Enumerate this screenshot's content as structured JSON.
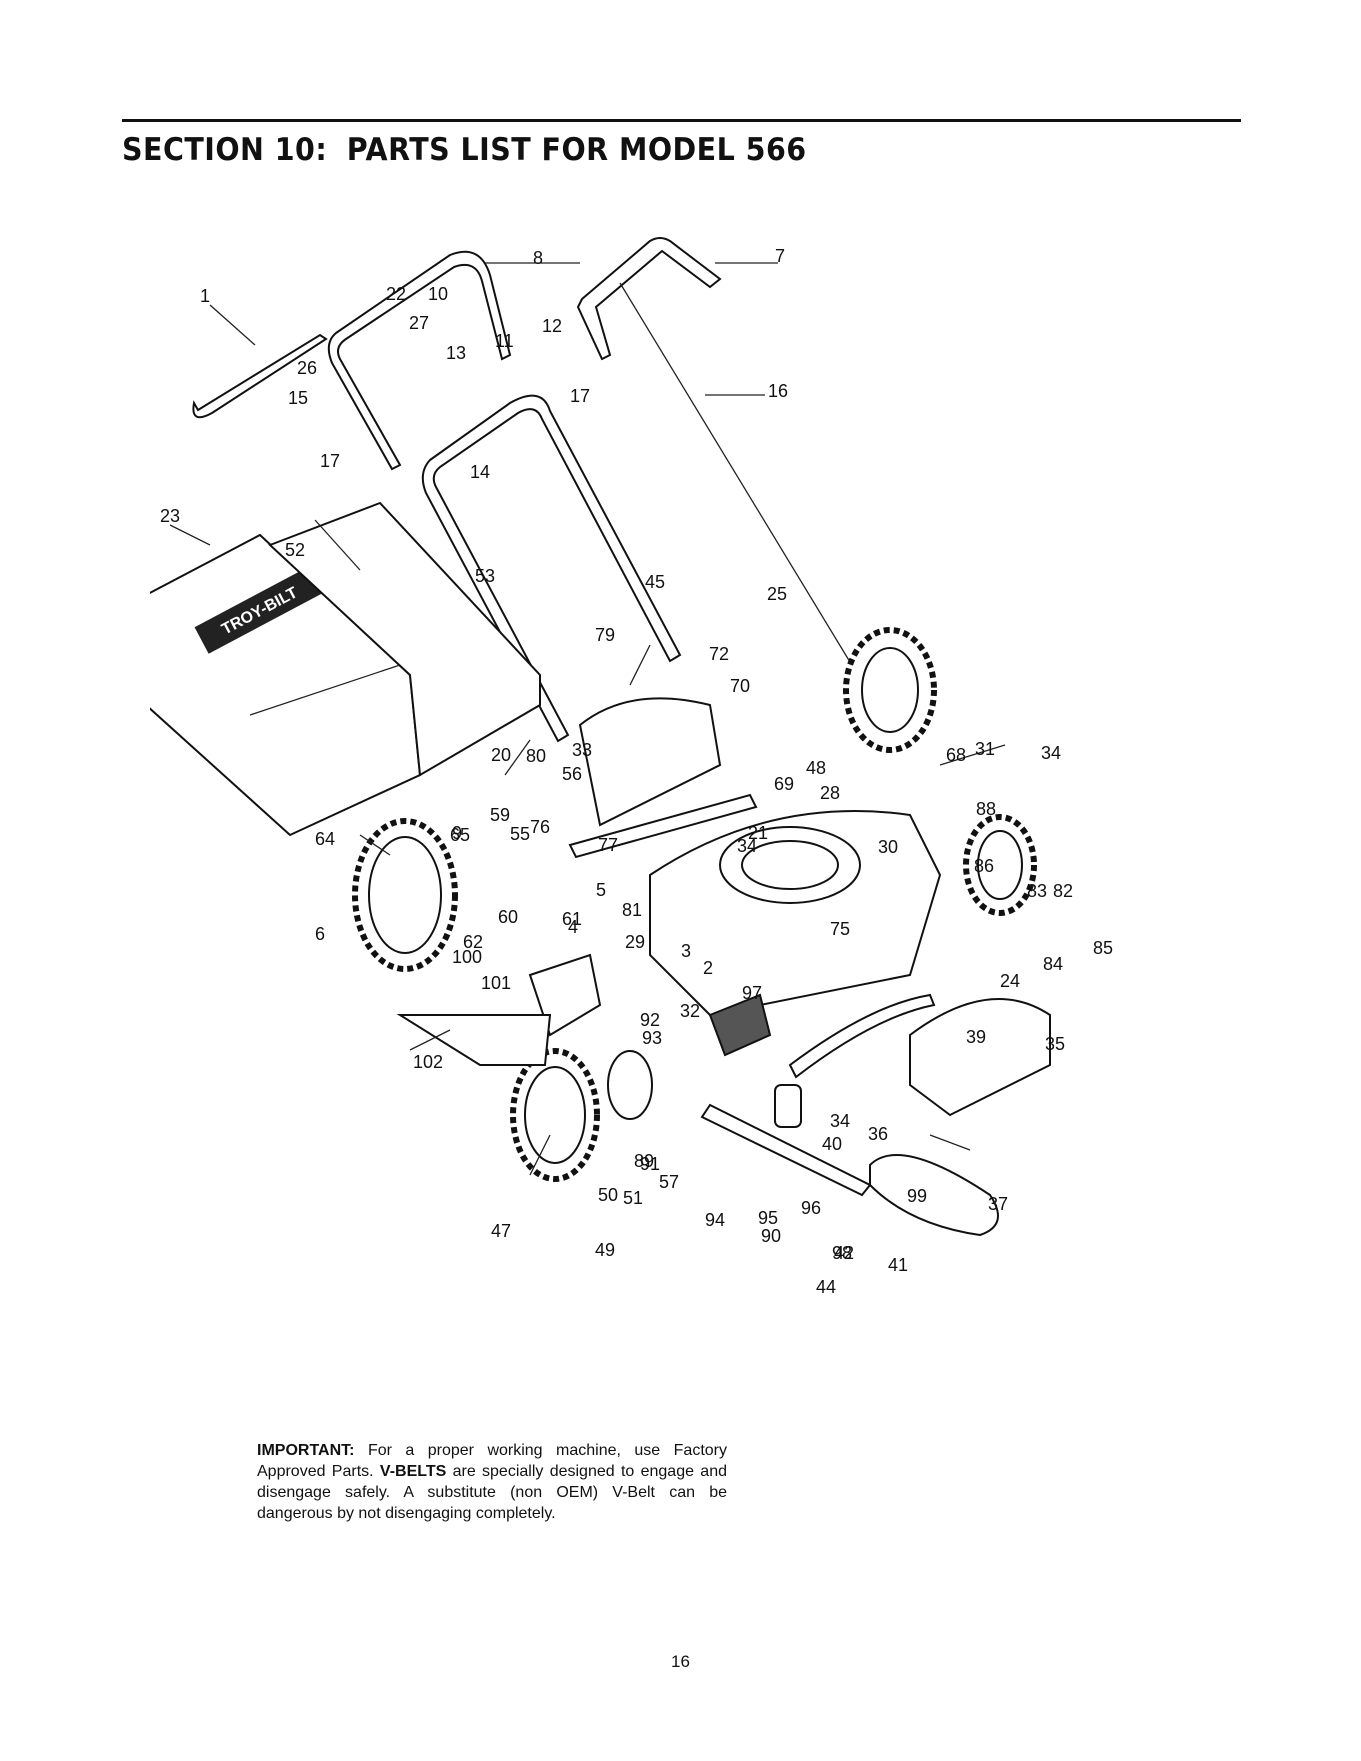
{
  "section": {
    "number": "SECTION 10:",
    "title": "PARTS LIST FOR MODEL 566"
  },
  "diagram": {
    "brand_logo": "TROY-BILT",
    "callouts": [
      "1",
      "2",
      "3",
      "4",
      "5",
      "6",
      "7",
      "8",
      "9",
      "10",
      "11",
      "12",
      "13",
      "14",
      "15",
      "16",
      "17",
      "17",
      "20",
      "21",
      "22",
      "23",
      "24",
      "25",
      "26",
      "27",
      "28",
      "29",
      "30",
      "31",
      "32",
      "33",
      "34",
      "34",
      "34",
      "35",
      "36",
      "37",
      "39",
      "40",
      "41",
      "42",
      "44",
      "45",
      "47",
      "48",
      "49",
      "50",
      "51",
      "52",
      "53",
      "55",
      "56",
      "57",
      "59",
      "60",
      "61",
      "62",
      "64",
      "65",
      "68",
      "69",
      "70",
      "72",
      "75",
      "76",
      "77",
      "79",
      "80",
      "81",
      "82",
      "83",
      "84",
      "85",
      "86",
      "88",
      "89",
      "90",
      "91",
      "92",
      "93",
      "94",
      "95",
      "96",
      "97",
      "98",
      "99",
      "100",
      "101",
      "102"
    ]
  },
  "note": {
    "important_label": "IMPORTANT:",
    "text_1": "For a proper working machine, use Factory Approved Parts.",
    "vbelts_label": "V-BELTS",
    "text_2": "are specially designed to engage and disengage safely. A substitute (non OEM) V-Belt can be dangerous by not disengaging completely."
  },
  "page_number": "16"
}
